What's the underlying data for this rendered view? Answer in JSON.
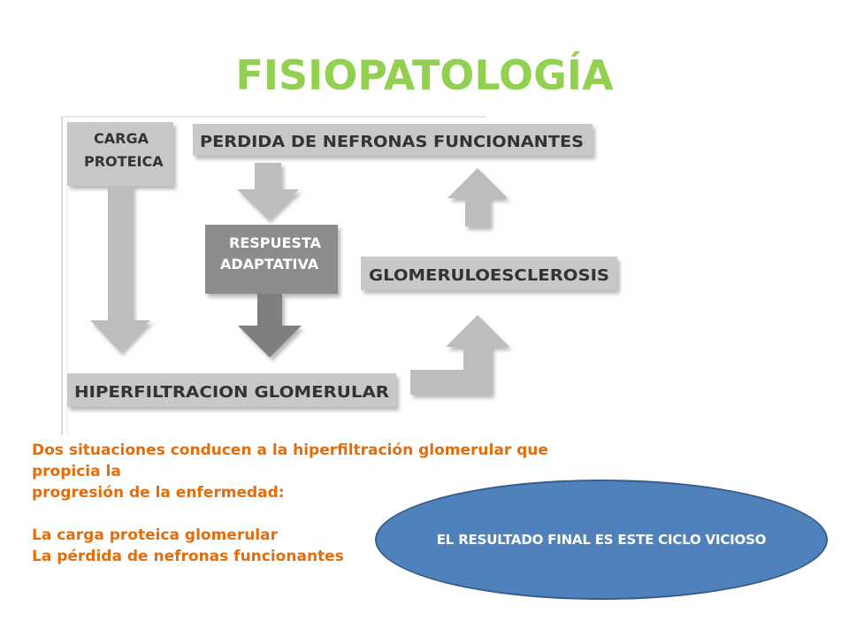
{
  "slide": {
    "title": "FISIOPATOLOGÍA"
  },
  "diagram": {
    "nodes": {
      "carga_proteica": [
        "CARGA",
        "PROTEICA"
      ],
      "perdida_nefronas": "PERDIDA DE NEFRONAS FUNCIONANTES",
      "respuesta_adaptativa": [
        "RESPUESTA",
        "ADAPTATIVA"
      ],
      "glomeruloesclerosis": "GLOMERULOESCLEROSIS",
      "hiperfiltracion": "HIPERFILTRACION GLOMERULAR"
    },
    "colors": {
      "box_light": "#c8c8c8",
      "box_dark": "#8c8c8c",
      "arrow_light": "#bdbdbd",
      "arrow_dark": "#7f7f7f",
      "text_dark": "#333333",
      "text_light": "#ffffff"
    }
  },
  "body_text": {
    "line1": "Dos situaciones conducen a la hiperfiltración  glomerular que",
    "line2": "propicia la",
    "line3": "progresión de la enfermedad:",
    "line4": "La carga proteica glomerular",
    "line5": "La pérdida de nefronas funcionantes"
  },
  "callout": {
    "text": "EL RESULTADO FINAL ES ESTE CICLO VICIOSO"
  },
  "theme": {
    "title_color": "#92d050",
    "body_text_color": "#e46c0a",
    "oval_fill": "#4f81bd",
    "oval_border": "#385d8a"
  }
}
